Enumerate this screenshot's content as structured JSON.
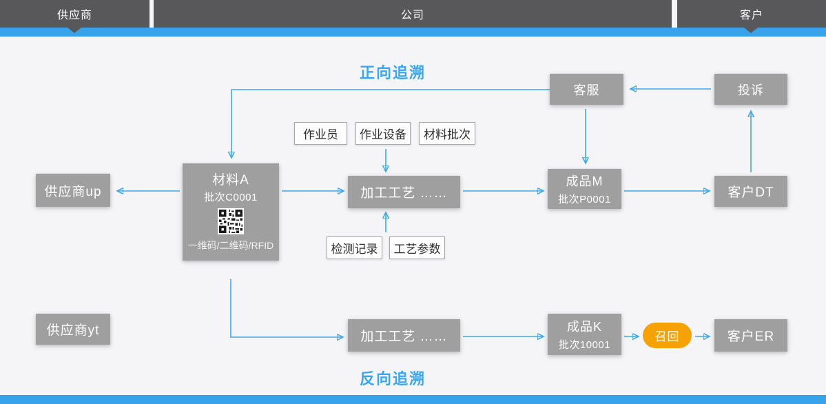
{
  "colors": {
    "header_dark": "#58585b",
    "accent_blue_bar": "#38a3ea",
    "arrow_blue": "#3fa7ee",
    "title_blue": "#3aa6f2",
    "node_gray": "#9f9f9f",
    "recall_orange": "#f6a204",
    "background": "#f5f5f7"
  },
  "header": {
    "lanes": [
      {
        "label": "供应商"
      },
      {
        "label": "公司"
      },
      {
        "label": "客户"
      }
    ]
  },
  "titles": {
    "forward": "正向追溯",
    "backward": "反向追溯"
  },
  "nodes": {
    "customer_service": {
      "label": "客服"
    },
    "complaint": {
      "label": "投诉"
    },
    "supplier_up": {
      "label": "供应商up"
    },
    "material_a": {
      "title": "材料A",
      "batch": "批次C0001",
      "code_caption": "一维码/二维码/RFID"
    },
    "process_top": {
      "label": "加工工艺  ……"
    },
    "product_m": {
      "title": "成品M",
      "batch": "批次P0001"
    },
    "customer_dt": {
      "label": "客户DT"
    },
    "supplier_yt": {
      "label": "供应商yt"
    },
    "process_bottom": {
      "label": "加工工艺  ……"
    },
    "product_k": {
      "title": "成品K",
      "batch": "批次10001"
    },
    "recall": {
      "label": "召回"
    },
    "customer_er": {
      "label": "客户ER"
    }
  },
  "tags": {
    "operator": {
      "label": "作业员"
    },
    "equipment": {
      "label": "作业设备"
    },
    "material_batch": {
      "label": "材料批次"
    },
    "inspection_record": {
      "label": "检测记录"
    },
    "process_params": {
      "label": "工艺参数"
    }
  }
}
